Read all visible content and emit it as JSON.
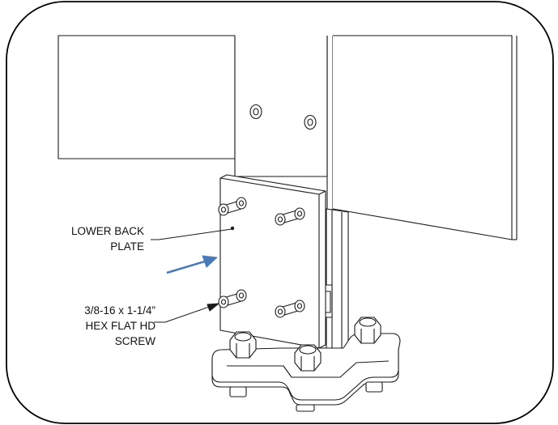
{
  "callouts": {
    "lower_back_plate": {
      "line1": "LOWER BACK",
      "line2": "PLATE"
    },
    "hex_screw": {
      "line1": "3/8-16 x 1-1/4”",
      "line2": "HEX FLAT HD",
      "line3": "SCREW"
    }
  },
  "colors": {
    "line": "#1a1a1a",
    "arrow": "#4a7ab8",
    "frame": "#000000",
    "fill": "#ffffff",
    "shade": "#e6e6e6"
  }
}
